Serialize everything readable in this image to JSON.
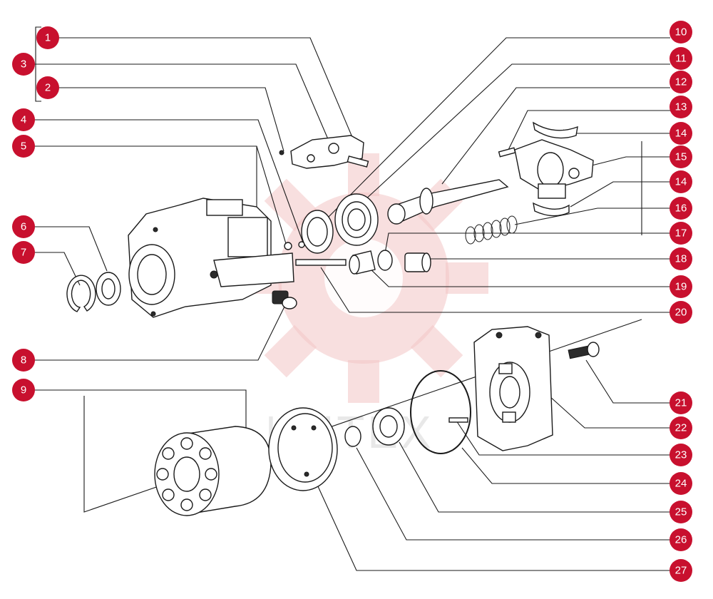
{
  "diagram": {
    "type": "exploded-parts-view",
    "accent_color": "#c8102e",
    "labels": [
      "1",
      "2",
      "3",
      "4",
      "5",
      "6",
      "7",
      "8",
      "9",
      "10",
      "11",
      "12",
      "13",
      "14",
      "14",
      "15",
      "16",
      "17",
      "18",
      "19",
      "20",
      "21",
      "22",
      "23",
      "24",
      "25",
      "26",
      "27"
    ],
    "watermark_text": "ИНТЕХ"
  }
}
